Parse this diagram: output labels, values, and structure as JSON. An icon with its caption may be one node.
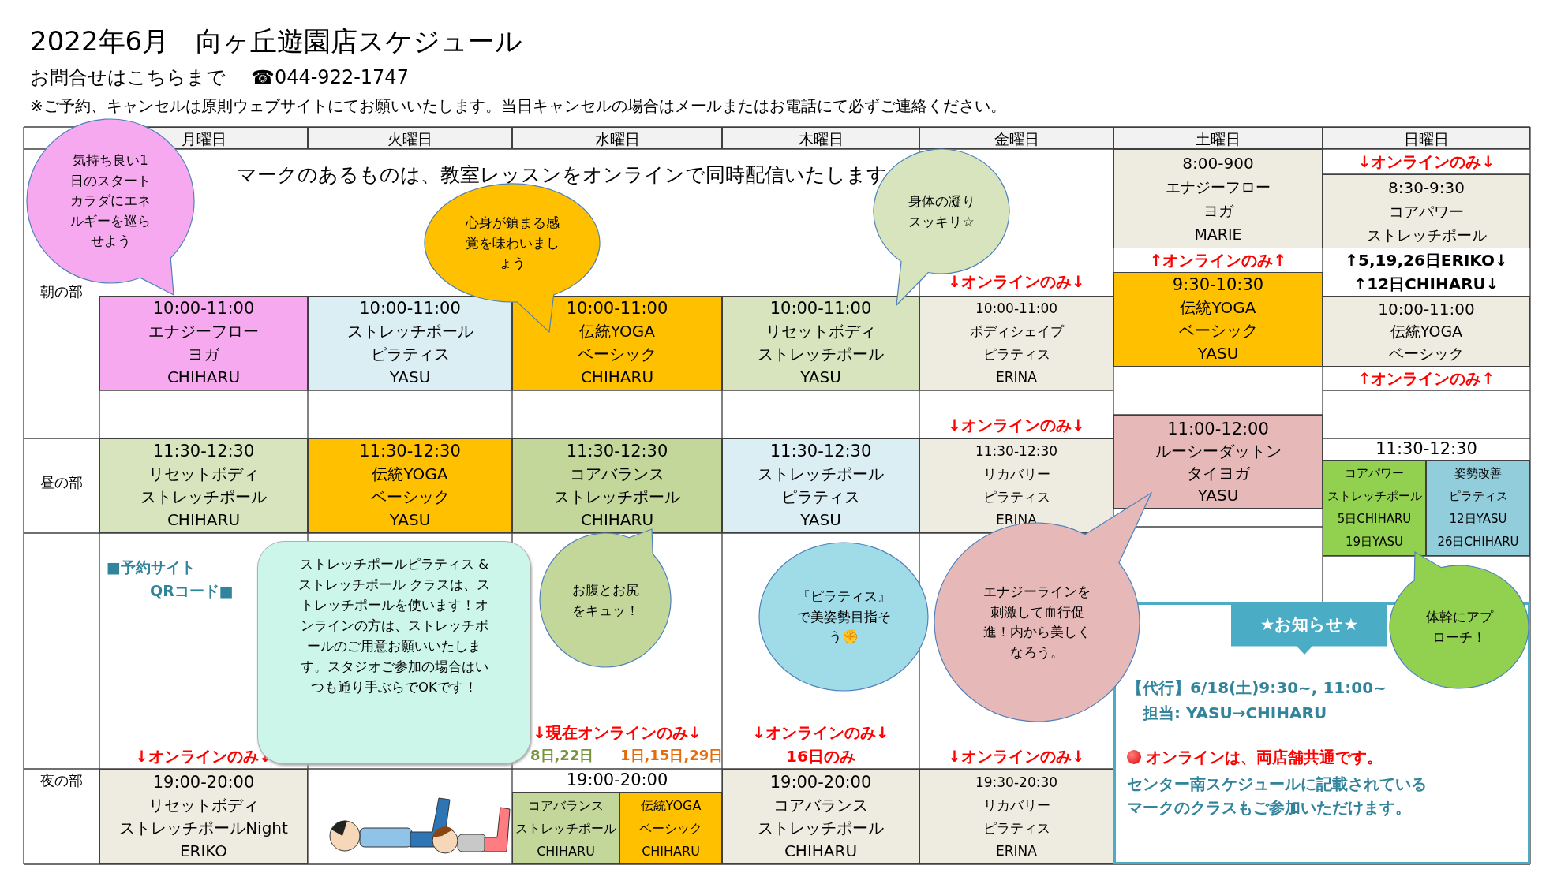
{
  "diagram": {
    "title": "2022年6月　向ヶ丘遊園店スケジュール",
    "nodes": [
      {
        "text": [
          "気持ち良い1日のスタートカラダにエネルギーを巡らせよう"
        ]
      },
      {
        "text": [
          "心身が鎮まる感覚を味わいましょう"
        ]
      },
      {
        "text": [
          "身体の凝りスッキリ☆"
        ]
      },
      {
        "text": [
          "10:00-11:00",
          "エナジーフロー",
          "ヨガ",
          "CHIHARU"
        ]
      },
      {
        "text": [
          "10:00-11:00",
          "ストレッチポール",
          "ピラティス",
          "YASU"
        ]
      },
      {
        "text": [
          "10:00-11:00",
          "伝統YOGA",
          "ベーシック",
          "CHIHARU"
        ]
      },
      {
        "text": [
          "10:00-11:00",
          "リセットボディ",
          "ストレッチポール",
          "YASU"
        ]
      },
      {
        "text": [
          "10:00-11:00",
          "ボディシェイプ",
          "ピラティス",
          "ERINA"
        ]
      },
      {
        "text": [
          "8:00-900",
          "エナジーフロー",
          "ヨガ",
          "MARIE"
        ]
      },
      {
        "text": [
          "9:30-10:30",
          "伝統YOGA",
          "ベーシック",
          "YASU"
        ]
      },
      {
        "text": [
          "8:30-9:30",
          "コアパワー",
          "ストレッチポール"
        ]
      },
      {
        "text": [
          "10:00-11:00",
          "伝統YOGA",
          "ベーシック"
        ]
      },
      {
        "text": [
          "11:30-12:30",
          "リセットボディ",
          "ストレッチポール",
          "CHIHARU"
        ]
      },
      {
        "text": [
          "11:30-12:30",
          "伝統YOGA",
          "ベーシック",
          "YASU"
        ]
      },
      {
        "text": [
          "11:30-12:30",
          "コアバランス",
          "ストレッチポール",
          "CHIHARU"
        ]
      },
      {
        "text": [
          "11:30-12:30",
          "ストレッチポール",
          "ピラティス",
          "YASU"
        ]
      },
      {
        "text": [
          "11:30-12:30",
          "リカバリー",
          "ピラティス",
          "ERINA"
        ]
      },
      {
        "text": [
          "11:00-12:00",
          "ルーシーダットン",
          "タイヨガ",
          "YASU"
        ]
      },
      {
        "text": [
          "コアパワー",
          "ストレッチポール",
          "5日CHIHARU",
          "19日YASU"
        ]
      },
      {
        "text": [
          "姿勢改善",
          "ピラティス",
          "12日YASU",
          "26日CHIHARU"
        ]
      },
      {
        "text": [
          "ストレッチポールピラティス & ストレッチポール クラスは、ストレッチポールを使います！オンラインの方は、ストレッチポールのご用意お願いいたします。スタジオご参加の場合はいつも通り手ぶらでOKです！"
        ]
      },
      {
        "text": [
          "お腹とお尻をキュッ！"
        ]
      },
      {
        "text": [
          "『ピラティス』で美姿勢目指そう✊"
        ]
      },
      {
        "text": [
          "エナジーラインを刺激して血行促進！内から美しくなろう。"
        ]
      },
      {
        "text": [
          "体幹にアプローチ！"
        ]
      },
      {
        "text": [
          "19:00-20:00",
          "リセットボディ",
          "ストレッチポールNight",
          "ERIKO"
        ]
      },
      {
        "text": [
          "コアバランス",
          "ストレッチポール",
          "CHIHARU"
        ]
      },
      {
        "text": [
          "伝統YOGA",
          "ベーシック",
          "CHIHARU"
        ]
      },
      {
        "text": [
          "19:00-20:00",
          "コアバランス",
          "ストレッチポール",
          "CHIHARU"
        ]
      },
      {
        "text": [
          "19:30-20:30",
          "リカバリー",
          "ピラティス",
          "ERINA"
        ]
      },
      {
        "text": [
          "【代行】6/18(土)9:30~, 11:00~",
          "担当: YASU→CHIHARU",
          "オンラインは、両店舗共通です。",
          "センター南スケジュールに記載されているマークのクラスもご参加いただけます。"
        ]
      },
      {
        "text": [
          "★お知らせ★"
        ],
        "in": 30
      }
    ],
    "labels": [
      "お問合せはこちらまで",
      "☎044-922-1747",
      "※ご予約、キャンセルは原則ウェブサイトにてお願いいたします。当日キャンセルの場合はメールまたはお電話にて必ずご連絡ください。",
      "月曜日",
      "火曜日",
      "水曜日",
      "木曜日",
      "金曜日",
      "土曜日",
      "日曜日",
      "マークのあるものは、教室レッスンをオンラインで同時配信いたします",
      "朝の部",
      "↓オンラインのみ↓",
      "↑オンラインのみ↑",
      "↓オンラインのみ↓",
      "↑5,19,26日ERIKO↓",
      "↑12日CHIHARU↓",
      "↑オンラインのみ↑",
      "昼の部",
      "↓オンラインのみ↓",
      "11:30-12:30",
      "■予約サイト",
      "QRコード■",
      "↓オンラインのみ↓",
      "↓現在オンラインのみ↓",
      "8日,22日",
      "1日,15日,29日",
      "↓オンラインのみ↓",
      "16日のみ",
      "↓オンラインのみ↓",
      "夜の部",
      "19:00-20:00"
    ]
  }
}
